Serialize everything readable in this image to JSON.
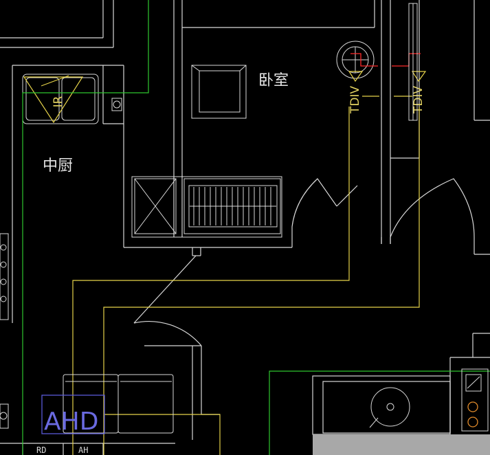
{
  "labels": {
    "bedroom": "卧室",
    "kitchen": "中厨",
    "tag_ir": "IR",
    "tag_1": "TDIV",
    "tag_2": "TDIV",
    "ahd": "AHD",
    "rd": "RD",
    "ah": "AH"
  },
  "colors": {
    "background": "#000000",
    "wall": "#d9d9d9",
    "cable": "#e6d34a",
    "green_line": "#2fc82f",
    "red_mark": "#ff2a2a",
    "ahd_box": "#5a5ad8",
    "floor_fill": "#a8a8a8"
  },
  "icons": [
    "window-unit-icon",
    "sink-icon",
    "exhaust-fan-icon",
    "stove-burner-icon",
    "socket-icon"
  ]
}
